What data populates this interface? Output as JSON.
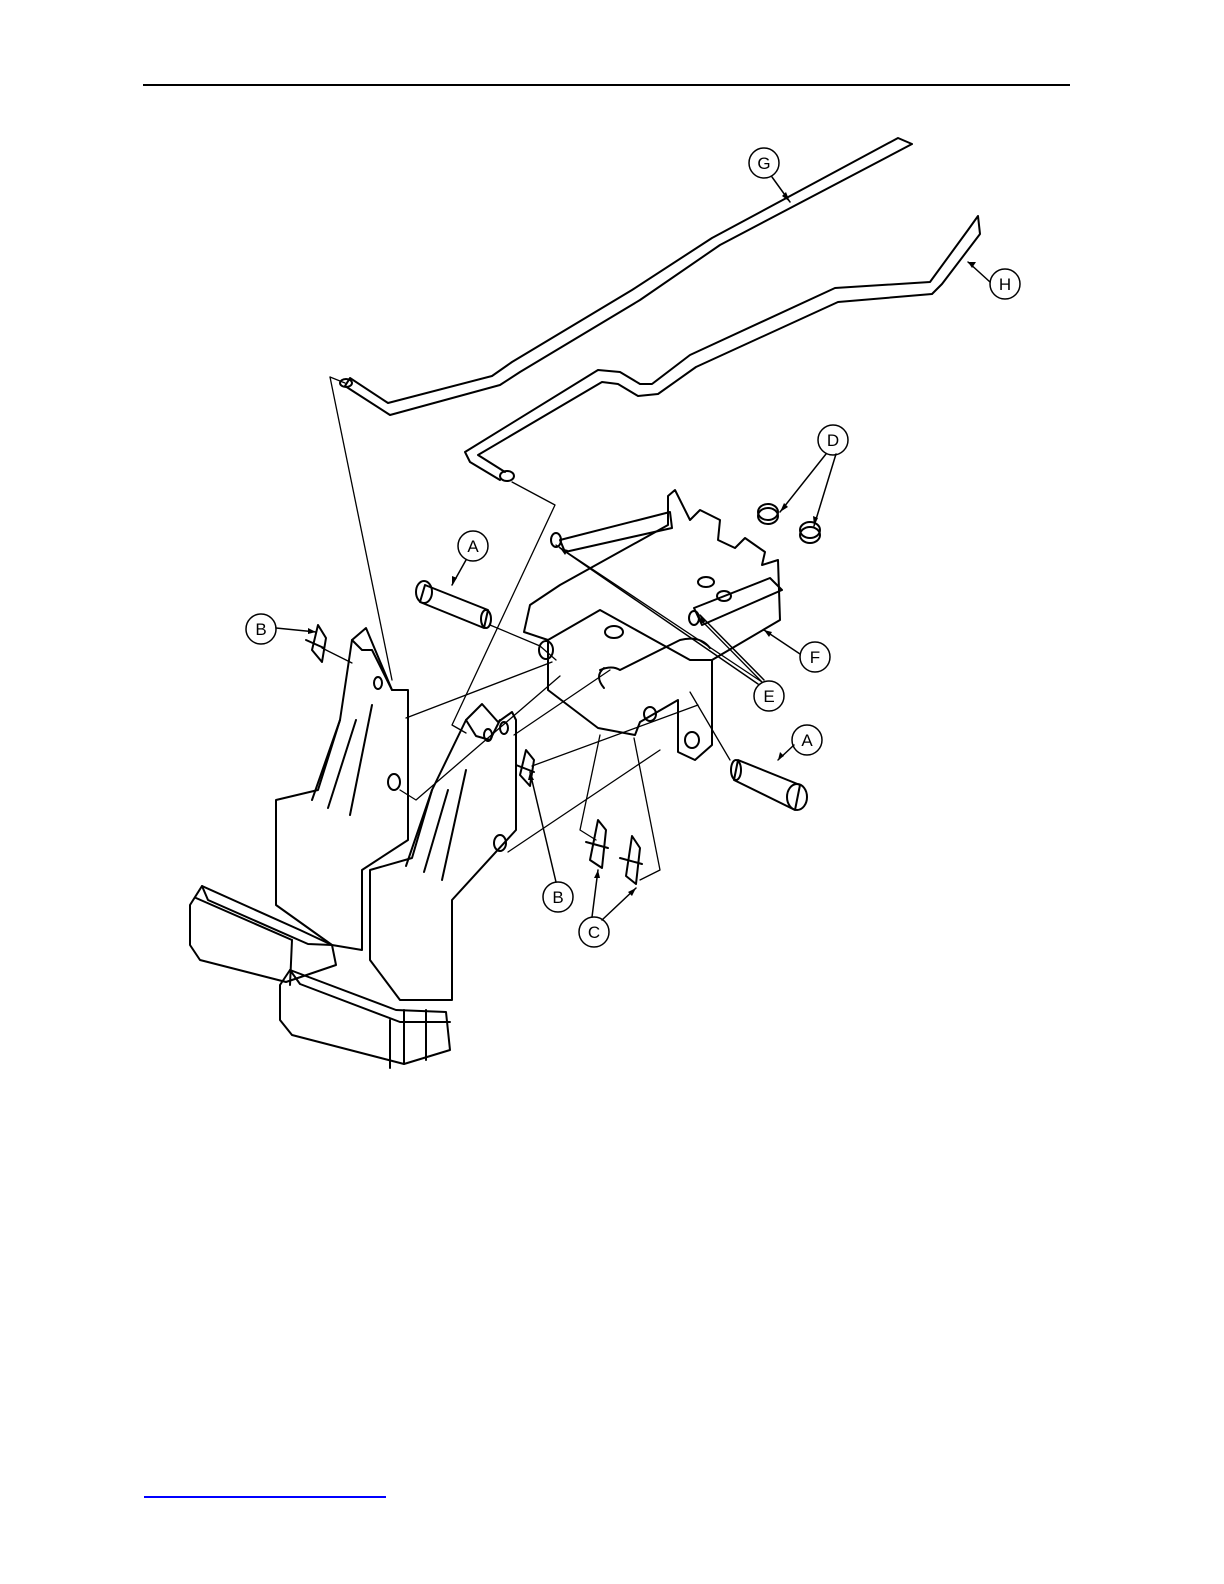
{
  "page": {
    "link_color": "#0000ff",
    "rule_color": "#000000"
  },
  "diagram": {
    "callouts": [
      {
        "id": "A1",
        "label": "A"
      },
      {
        "id": "A2",
        "label": "A"
      },
      {
        "id": "B1",
        "label": "B"
      },
      {
        "id": "B2",
        "label": "B"
      },
      {
        "id": "C",
        "label": "C"
      },
      {
        "id": "D",
        "label": "D"
      },
      {
        "id": "E",
        "label": "E"
      },
      {
        "id": "F",
        "label": "F"
      },
      {
        "id": "G",
        "label": "G"
      },
      {
        "id": "H",
        "label": "H"
      }
    ]
  }
}
